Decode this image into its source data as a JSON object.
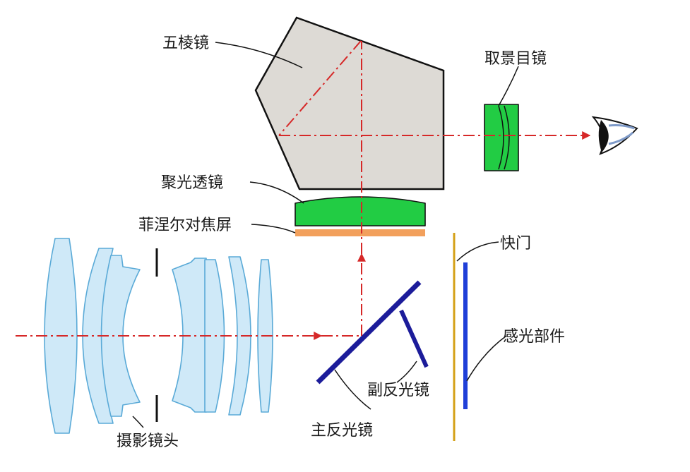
{
  "labels": {
    "pentaprism": "五棱镜",
    "eyepiece": "取景目镜",
    "condenser": "聚光透镜",
    "fresnel": "菲涅尔对焦屏",
    "shutter": "快门",
    "sensor": "感光部件",
    "sub_mirror": "副反光镜",
    "main_mirror": "主反光镜",
    "lens": "摄影镜头"
  },
  "colors": {
    "prism_fill": "#dddad5",
    "outline": "#111111",
    "optical_axis": "#d62828",
    "lens_fill": "#cfe9f8",
    "lens_stroke": "#5aaad7",
    "green_lens": "#22cc44",
    "screen": "#f2a05c",
    "mirror": "#1c1c9a",
    "shutter": "#d4a017",
    "sensor": "#1f3fd8"
  },
  "icons": [
    "eye-icon",
    "arrow-head-icon"
  ]
}
